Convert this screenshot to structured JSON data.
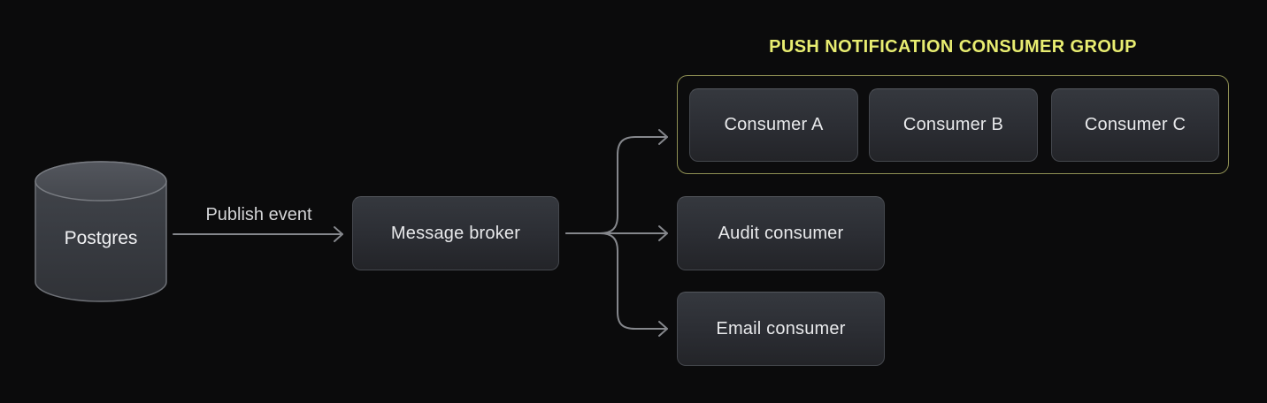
{
  "diagram": {
    "source": {
      "label": "Postgres",
      "shape": "database-cylinder"
    },
    "publish_edge": {
      "label": "Publish event"
    },
    "broker": {
      "label": "Message broker"
    },
    "consumer_group": {
      "title": "PUSH NOTIFICATION CONSUMER GROUP",
      "consumers": [
        {
          "label": "Consumer A"
        },
        {
          "label": "Consumer B"
        },
        {
          "label": "Consumer C"
        }
      ]
    },
    "audit_consumer": {
      "label": "Audit consumer"
    },
    "email_consumer": {
      "label": "Email consumer"
    },
    "colors": {
      "background": "#0b0b0c",
      "node_fill_top": "#35383e",
      "node_fill_bottom": "#232428",
      "node_border": "#45484e",
      "node_text": "#e8e9eb",
      "group_border": "#8f9054",
      "group_title": "#e8ed71",
      "arrow": "#85878c",
      "edge_label": "#d4d5d7",
      "cylinder_top": "#4c4f56",
      "cylinder_body": "#3a3d43"
    }
  }
}
